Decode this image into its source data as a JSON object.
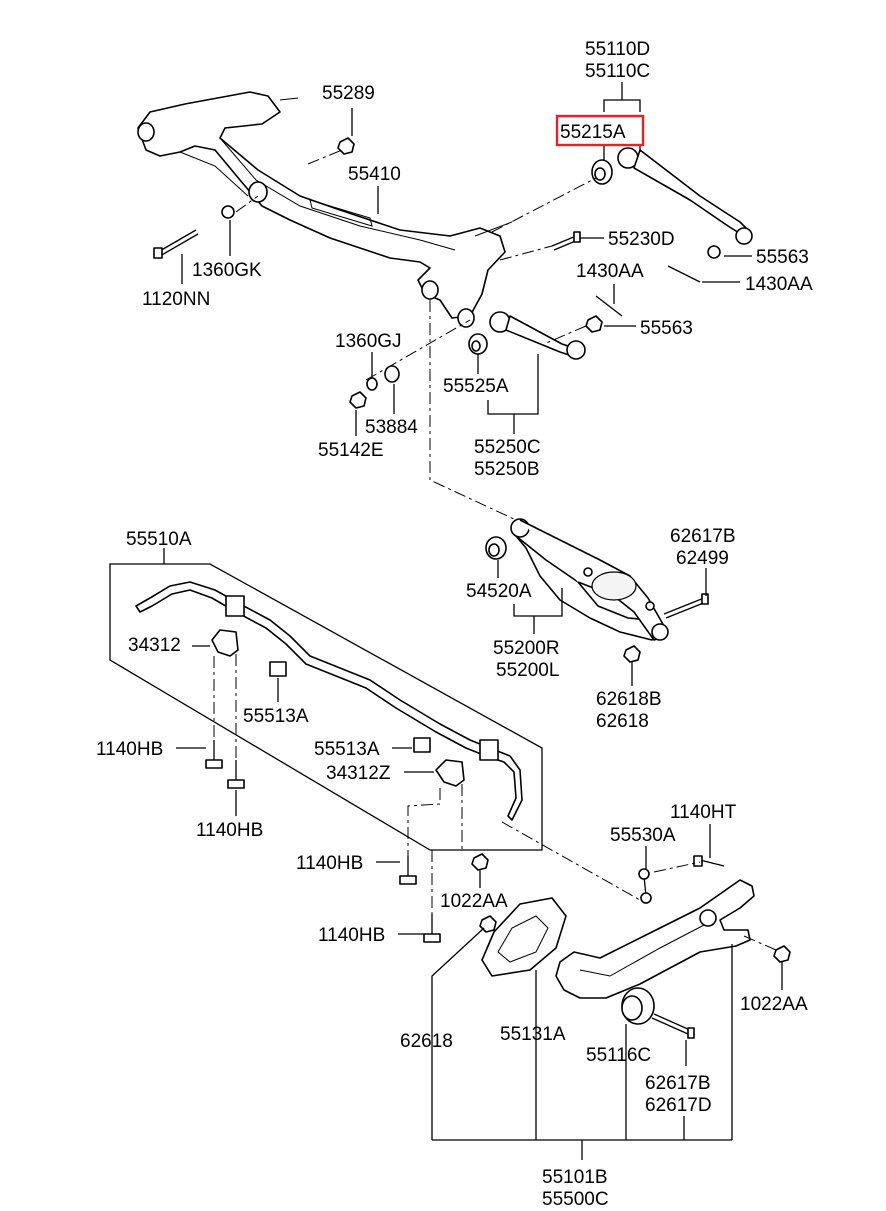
{
  "labels": {
    "p55110D": "55110D",
    "p55110C": "55110C",
    "p55215A": "55215A",
    "p55289": "55289",
    "p55410": "55410",
    "p55230D": "55230D",
    "p55563a": "55563",
    "p1430AA_a": "1430AA",
    "p1430AA_b": "1430AA",
    "p55563b": "55563",
    "p1360GK": "1360GK",
    "p1120NN": "1120NN",
    "p1360GJ": "1360GJ",
    "p55525A": "55525A",
    "p53884": "53884",
    "p55142E": "55142E",
    "p55250C": "55250C",
    "p55250B": "55250B",
    "p55510A": "55510A",
    "p62617B_a": "62617B",
    "p62499": "62499",
    "p54520A": "54520A",
    "p34312": "34312",
    "p55200R": "55200R",
    "p55200L": "55200L",
    "p55513A_a": "55513A",
    "p62618B": "62618B",
    "p62618_a": "62618",
    "p1140HB_a": "1140HB",
    "p55513A_b": "55513A",
    "p34312Z": "34312Z",
    "p1140HB_b": "1140HB",
    "p1140HT": "1140HT",
    "p55530A": "55530A",
    "p1140HB_c": "1140HB",
    "p1022AA_a": "1022AA",
    "p1140HB_d": "1140HB",
    "p1022AA_b": "1022AA",
    "p62618_b": "62618",
    "p55131A": "55131A",
    "p55116C": "55116C",
    "p62617B_b": "62617B",
    "p62617D": "62617D",
    "p55101B": "55101B",
    "p55500C": "55500C"
  },
  "highlight": {
    "part": "55215A",
    "color": "#e8202a"
  }
}
